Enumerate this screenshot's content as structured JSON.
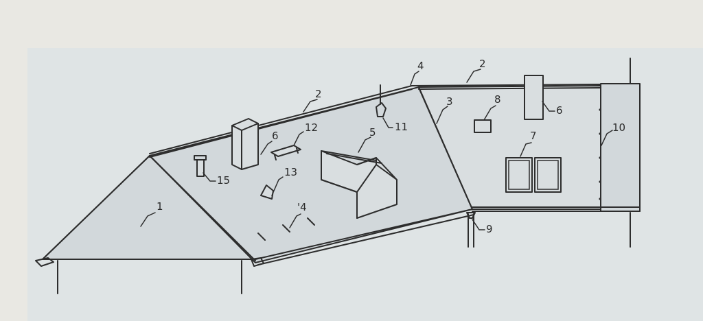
{
  "callouts": [
    {
      "key": "roof-slope",
      "text": "1"
    },
    {
      "key": "ridge-left",
      "text": "2"
    },
    {
      "key": "ridge-right",
      "text": "2"
    },
    {
      "key": "hip",
      "text": "3"
    },
    {
      "key": "ridge-joint",
      "text": "4"
    },
    {
      "key": "snow-guards",
      "text": "'4"
    },
    {
      "key": "dormer",
      "text": "5"
    },
    {
      "key": "chimney-left",
      "text": "6"
    },
    {
      "key": "chimney-right",
      "text": "6"
    },
    {
      "key": "windows",
      "text": "7"
    },
    {
      "key": "hatch",
      "text": "8"
    },
    {
      "key": "downpipe",
      "text": "9"
    },
    {
      "key": "wall-edge",
      "text": "10"
    },
    {
      "key": "antenna",
      "text": "11"
    },
    {
      "key": "walkway",
      "text": "12"
    },
    {
      "key": "vent-13",
      "text": "13"
    },
    {
      "key": "vent-15",
      "text": "15"
    }
  ]
}
